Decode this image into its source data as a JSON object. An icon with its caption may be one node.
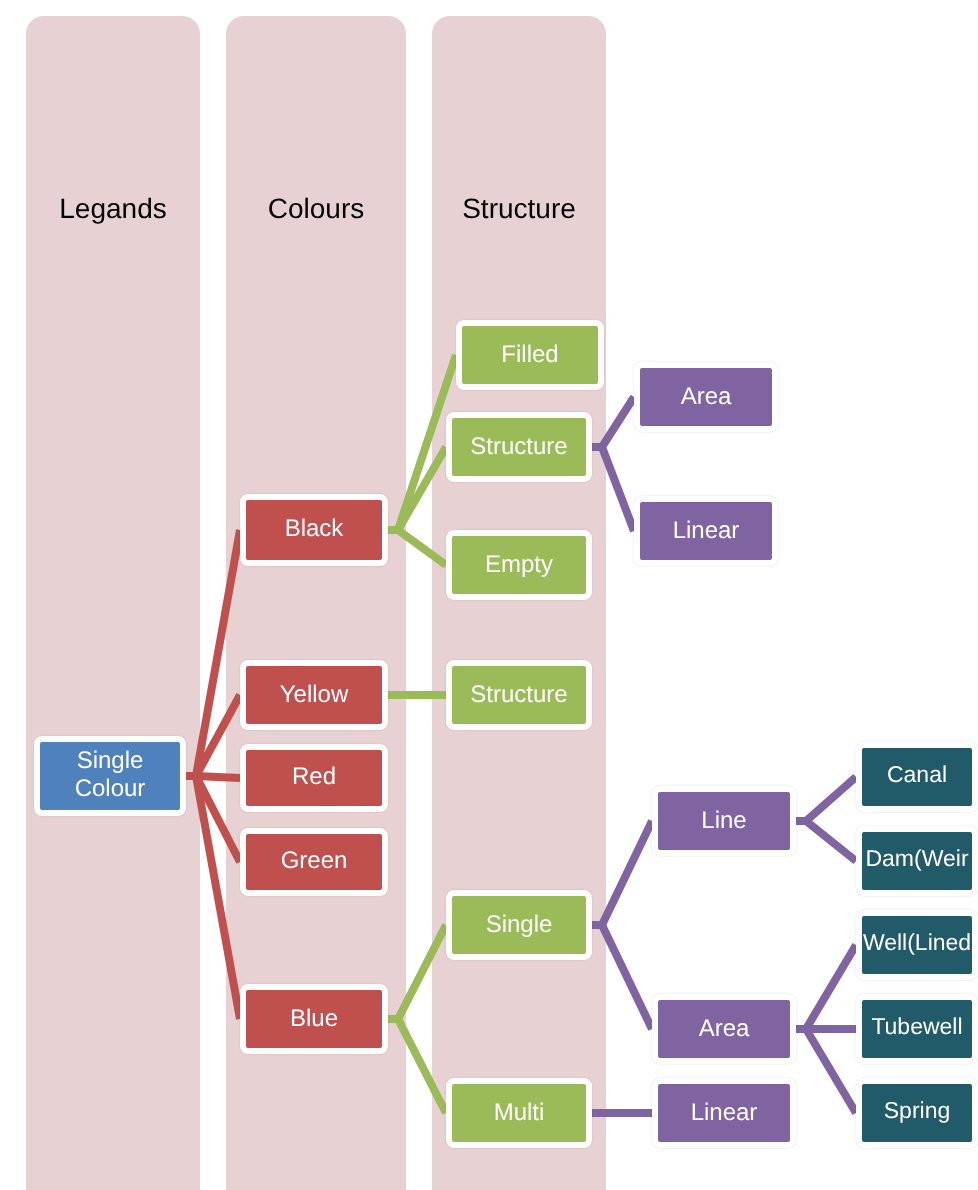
{
  "diagram": {
    "nodes": [
      {
        "text": [
          "Legands"
        ]
      },
      {
        "text": [
          "Colours"
        ]
      },
      {
        "text": [
          "Structure"
        ]
      },
      {
        "text": [
          "Single Colour"
        ],
        "in": 0
      },
      {
        "text": [
          "Black"
        ],
        "in": 1
      },
      {
        "text": [
          "Yellow"
        ],
        "in": 1
      },
      {
        "text": [
          "Red"
        ],
        "in": 1
      },
      {
        "text": [
          "Green"
        ],
        "in": 1
      },
      {
        "text": [
          "Blue"
        ],
        "in": 1
      },
      {
        "text": [
          "Filled"
        ],
        "in": 2
      },
      {
        "text": [
          "Structure"
        ],
        "in": 2
      },
      {
        "text": [
          "Empty"
        ],
        "in": 2
      },
      {
        "text": [
          "Structure"
        ],
        "in": 2
      },
      {
        "text": [
          "Single"
        ],
        "in": 2
      },
      {
        "text": [
          "Multi"
        ],
        "in": 2
      },
      {
        "text": [
          "Area"
        ]
      },
      {
        "text": [
          "Linear"
        ]
      },
      {
        "text": [
          "Line"
        ]
      },
      {
        "text": [
          "Area"
        ]
      },
      {
        "text": [
          "Linear"
        ]
      },
      {
        "text": [
          "Canal"
        ]
      },
      {
        "text": [
          "Dam(Weir"
        ]
      },
      {
        "text": [
          "Well(Lined"
        ]
      },
      {
        "text": [
          "Tubewell"
        ]
      },
      {
        "text": [
          "Spring"
        ]
      }
    ],
    "edges": [
      {
        "from": 3,
        "to": 4,
        "arrow": "none",
        "color": "#c0504d"
      },
      {
        "from": 3,
        "to": 5,
        "arrow": "none",
        "color": "#c0504d"
      },
      {
        "from": 3,
        "to": 6,
        "arrow": "none",
        "color": "#c0504d"
      },
      {
        "from": 3,
        "to": 7,
        "arrow": "none",
        "color": "#c0504d"
      },
      {
        "from": 3,
        "to": 8,
        "arrow": "none",
        "color": "#c0504d"
      },
      {
        "from": 4,
        "to": 9,
        "arrow": "none",
        "color": "#9bbb59"
      },
      {
        "from": 4,
        "to": 10,
        "arrow": "none",
        "color": "#9bbb59"
      },
      {
        "from": 4,
        "to": 11,
        "arrow": "none",
        "color": "#9bbb59"
      },
      {
        "from": 5,
        "to": 12,
        "arrow": "none",
        "color": "#9bbb59"
      },
      {
        "from": 8,
        "to": 13,
        "arrow": "none",
        "color": "#9bbb59"
      },
      {
        "from": 8,
        "to": 14,
        "arrow": "none",
        "color": "#9bbb59"
      },
      {
        "from": 10,
        "to": 15,
        "arrow": "none"
      },
      {
        "from": 10,
        "to": 16,
        "arrow": "none"
      },
      {
        "from": 13,
        "to": 17,
        "arrow": "none"
      },
      {
        "from": 13,
        "to": 18,
        "arrow": "none"
      },
      {
        "from": 14,
        "to": 19,
        "arrow": "none"
      },
      {
        "from": 17,
        "to": 20,
        "arrow": "none"
      },
      {
        "from": 17,
        "to": 21,
        "arrow": "none"
      },
      {
        "from": 18,
        "to": 22,
        "arrow": "none"
      },
      {
        "from": 18,
        "to": 23,
        "arrow": "none"
      },
      {
        "from": 18,
        "to": 24,
        "arrow": "none"
      }
    ]
  }
}
